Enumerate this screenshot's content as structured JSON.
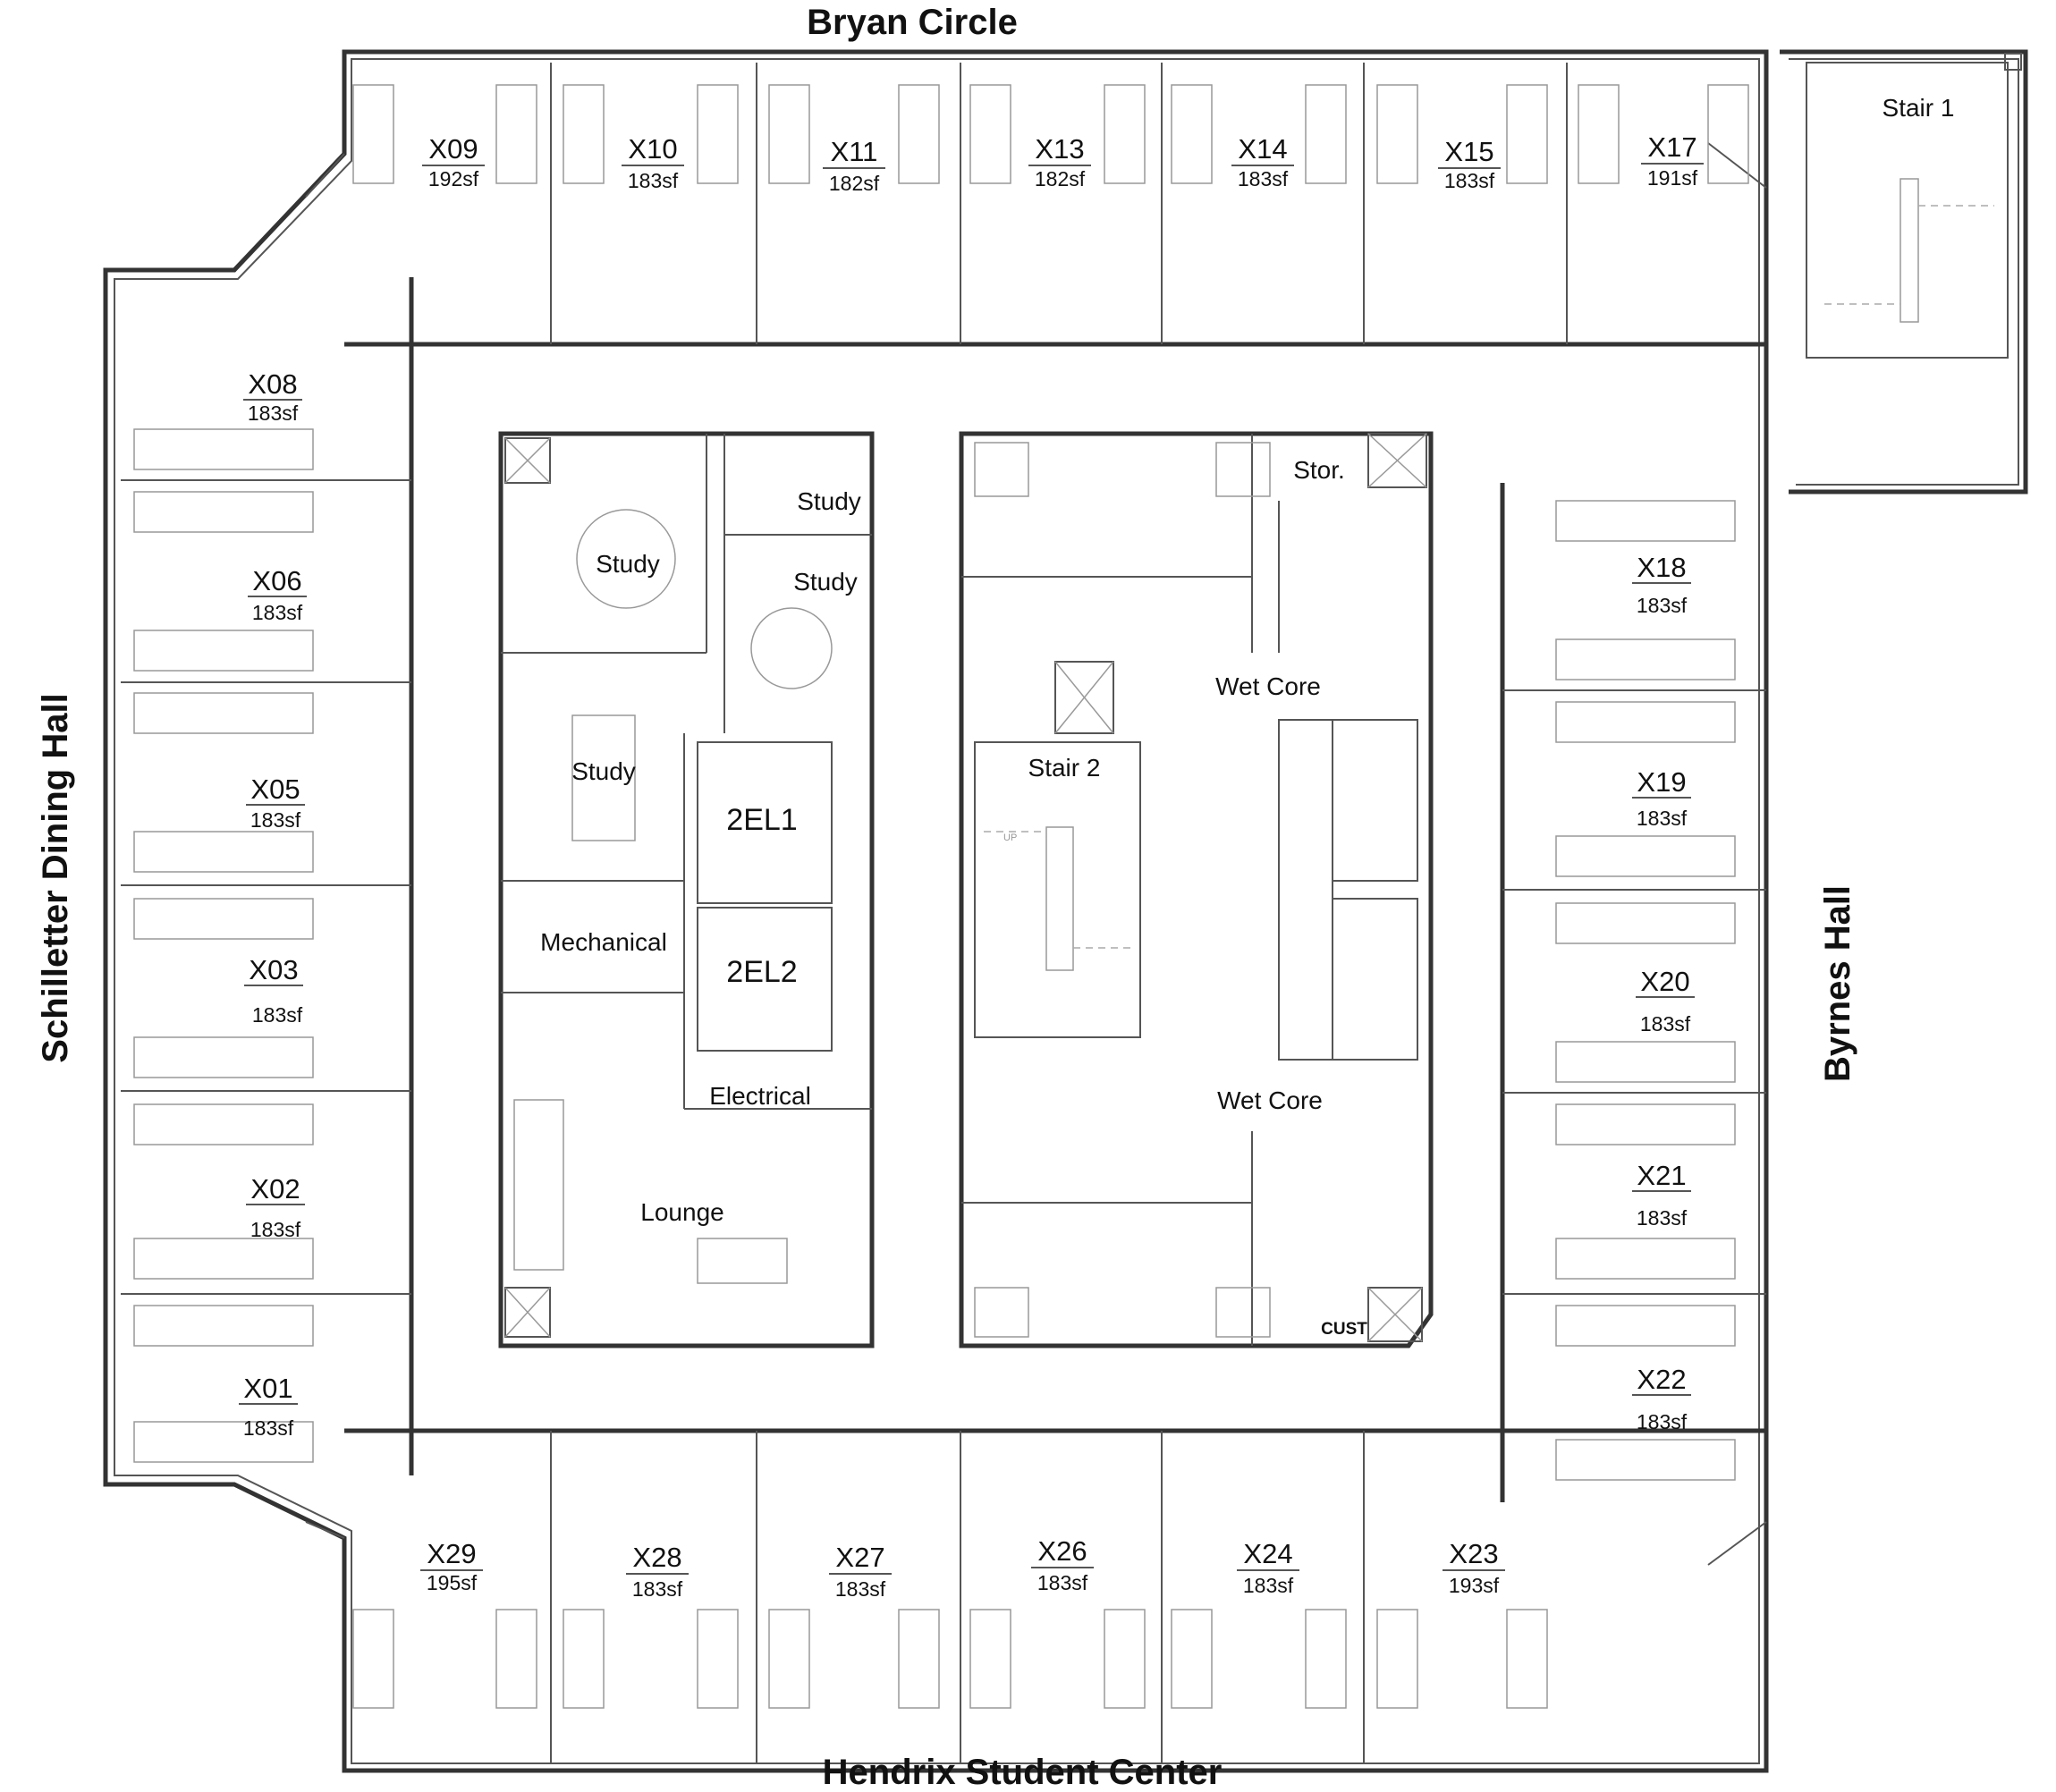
{
  "streets": {
    "north": "Bryan Circle",
    "south": "Hendrix Student Center",
    "west": "Schilletter Dining Hall",
    "east": "Byrnes Hall"
  },
  "rooms": {
    "top": [
      {
        "id": "X09",
        "area": "192sf"
      },
      {
        "id": "X10",
        "area": "183sf"
      },
      {
        "id": "X11",
        "area": "182sf"
      },
      {
        "id": "X13",
        "area": "182sf"
      },
      {
        "id": "X14",
        "area": "183sf"
      },
      {
        "id": "X15",
        "area": "183sf"
      },
      {
        "id": "X17",
        "area": "191sf"
      }
    ],
    "left": [
      {
        "id": "X08",
        "area": "183sf"
      },
      {
        "id": "X06",
        "area": "183sf"
      },
      {
        "id": "X05",
        "area": "183sf"
      },
      {
        "id": "X03",
        "area": "183sf"
      },
      {
        "id": "X02",
        "area": "183sf"
      },
      {
        "id": "X01",
        "area": "183sf"
      }
    ],
    "right": [
      {
        "id": "X18",
        "area": "183sf"
      },
      {
        "id": "X19",
        "area": "183sf"
      },
      {
        "id": "X20",
        "area": "183sf"
      },
      {
        "id": "X21",
        "area": "183sf"
      },
      {
        "id": "X22",
        "area": "183sf"
      }
    ],
    "bottom": [
      {
        "id": "X29",
        "area": "195sf"
      },
      {
        "id": "X28",
        "area": "183sf"
      },
      {
        "id": "X27",
        "area": "183sf"
      },
      {
        "id": "X26",
        "area": "183sf"
      },
      {
        "id": "X24",
        "area": "183sf"
      },
      {
        "id": "X23",
        "area": "193sf"
      }
    ]
  },
  "spaces": {
    "stair1": "Stair 1",
    "stair2": "Stair 2",
    "study_round": "Study",
    "study_small": "Study",
    "study_square": "Study",
    "study_table": "Study",
    "elevator1": "2EL1",
    "elevator2": "2EL2",
    "mechanical": "Mechanical",
    "electrical": "Electrical",
    "lounge": "Lounge",
    "storage": "Stor.",
    "wet_core_upper": "Wet Core",
    "wet_core_lower": "Wet Core",
    "custodial": "CUST",
    "stair_up": "UP"
  }
}
